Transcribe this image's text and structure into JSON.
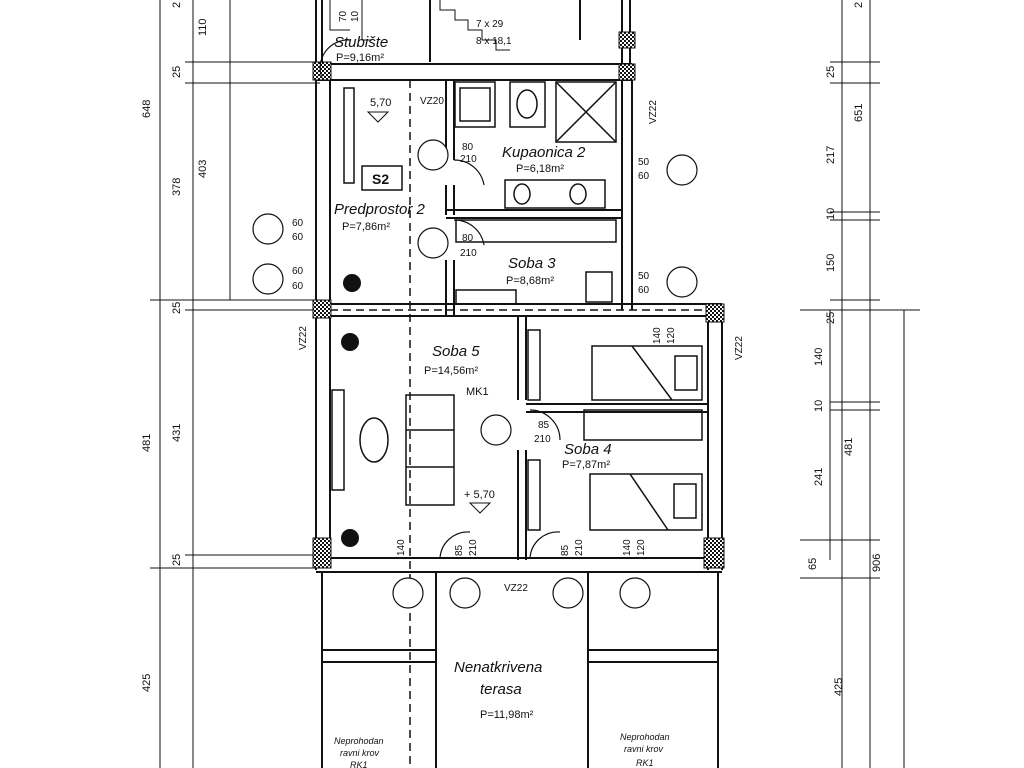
{
  "rooms": {
    "stubiste": {
      "name": "Stubište",
      "area": "P=9,16m²"
    },
    "kupaonica": {
      "name": "Kupaonica 2",
      "area": "P=6,18m²"
    },
    "predprostor": {
      "name": "Predprostor 2",
      "area": "P=7,86m²"
    },
    "soba3": {
      "name": "Soba 3",
      "area": "P=8,68m²"
    },
    "soba5": {
      "name": "Soba 5",
      "area": "P=14,56m²",
      "code": "MK1"
    },
    "soba4": {
      "name": "Soba 4",
      "area": "P=7,87m²"
    },
    "terasa": {
      "name1": "Nenatkrivena",
      "name2": "terasa",
      "area": "P=11,98m²"
    },
    "roof_left": {
      "l1": "Neprohodan",
      "l2": "ravni krov",
      "l3": "RK1"
    },
    "roof_right": {
      "l1": "Neprohodan",
      "l2": "ravni krov",
      "l3": "RK1"
    }
  },
  "stair": {
    "steps": "7 x 29",
    "rise": "8 x 18,1"
  },
  "labels": {
    "s2": "S2",
    "vz22": "VZ22",
    "vz20": "VZ20"
  },
  "levels": {
    "top": "5,70",
    "soba5": "+ 5,70"
  },
  "openings": {
    "d80": "80",
    "d210": "210",
    "d85": "85",
    "d140": "140",
    "d120": "120",
    "w60": "60",
    "w50": "50"
  },
  "dims_left_outer": [
    "2",
    "648",
    "481",
    "425"
  ],
  "dims_left_inner": [
    "110",
    "25",
    "378",
    "403",
    "25",
    "431",
    "25"
  ],
  "dims_right_inner": [
    "2",
    "25",
    "217",
    "10",
    "150",
    "25",
    "140",
    "10",
    "241",
    "65",
    "425"
  ],
  "dims_right_outer": [
    "651",
    "481",
    "906"
  ],
  "small_dims": {
    "d70": "70",
    "d10": "10"
  }
}
